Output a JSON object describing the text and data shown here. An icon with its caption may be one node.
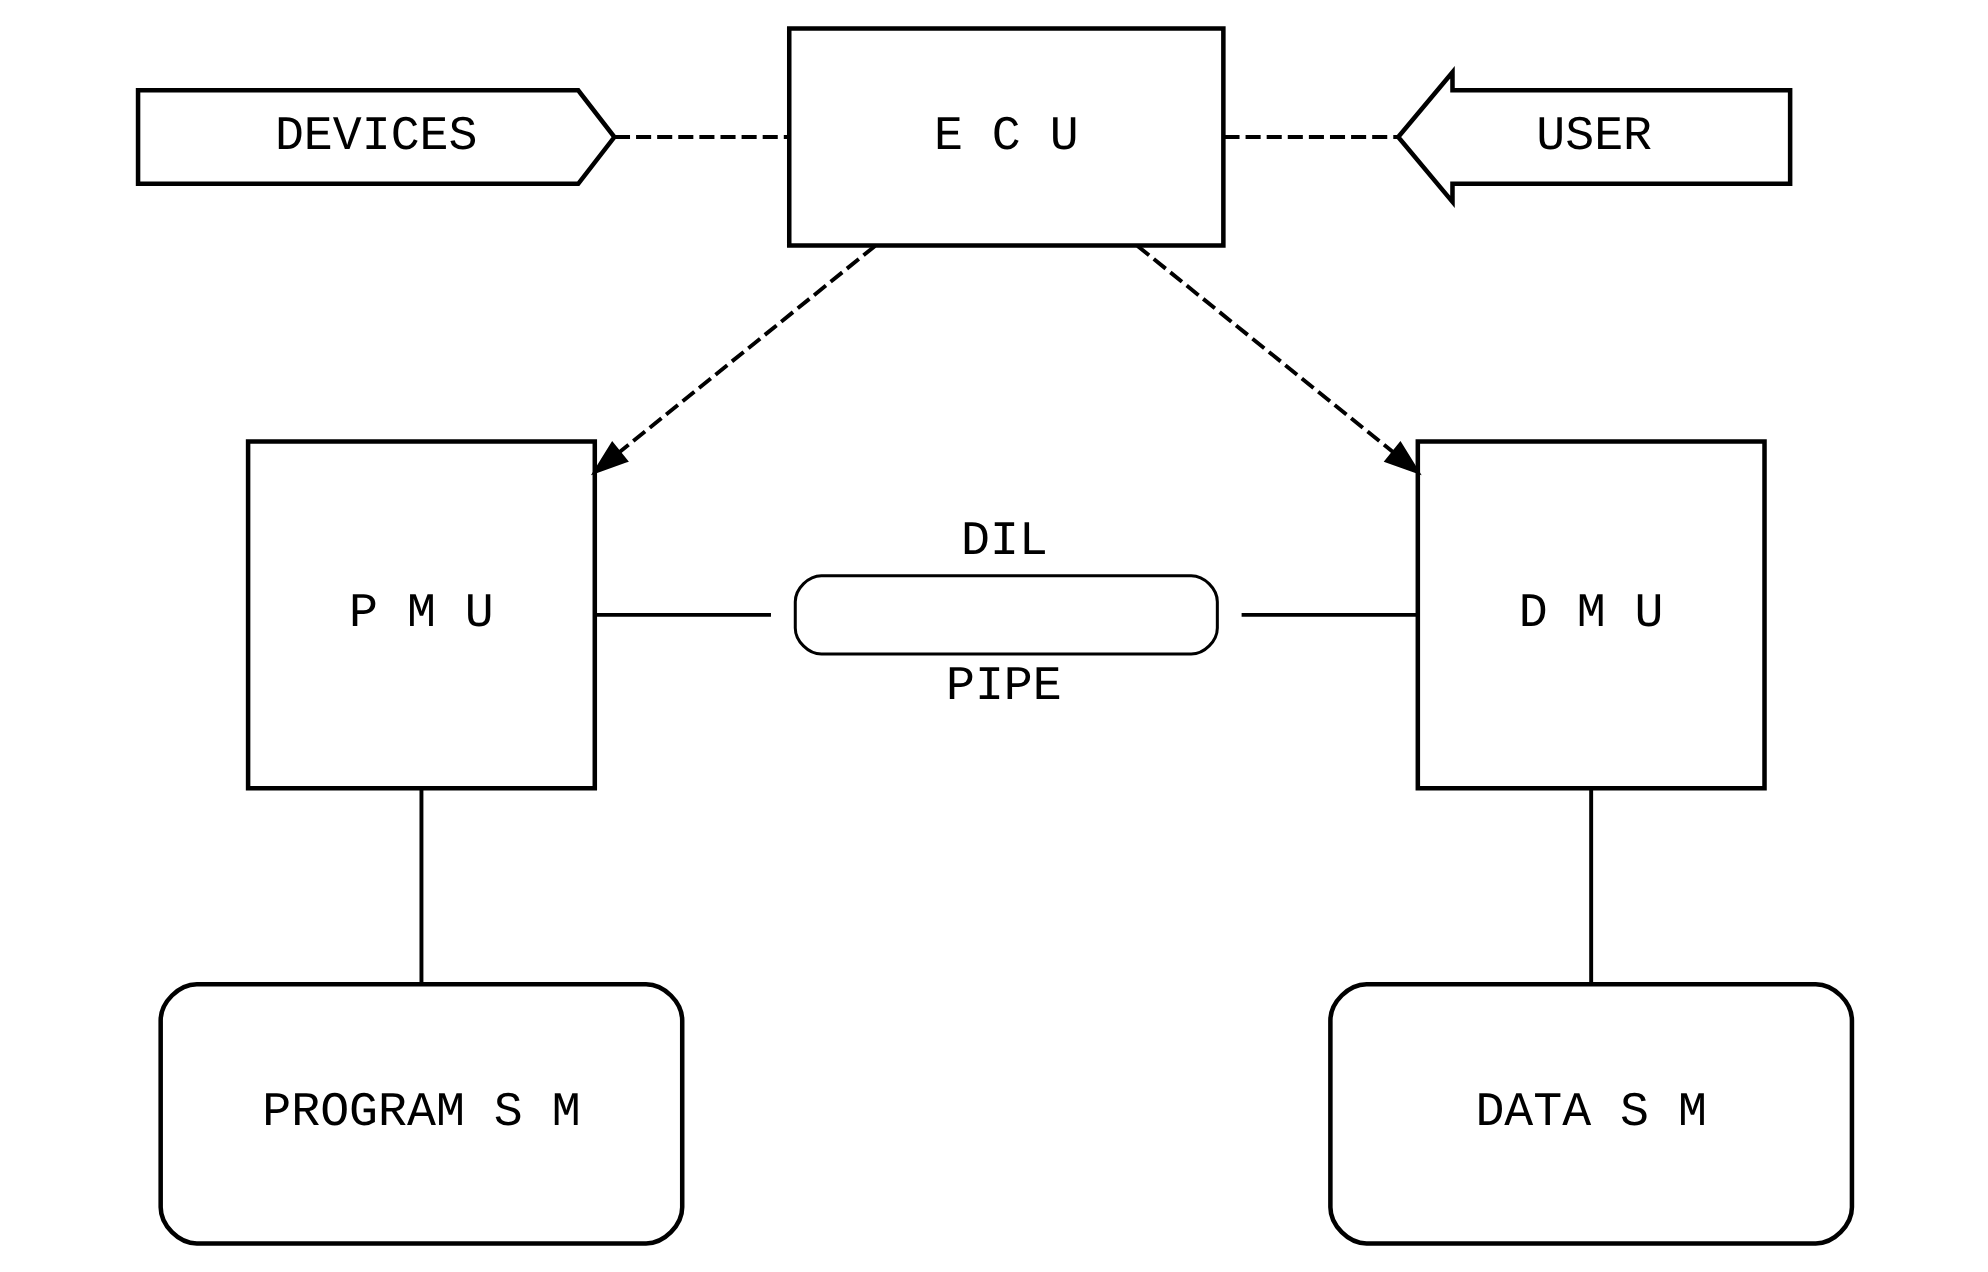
{
  "diagram": {
    "nodes": [
      {
        "text": [
          "DEVICES"
        ]
      },
      {
        "text": [
          "E C U"
        ]
      },
      {
        "text": [
          "USER"
        ]
      },
      {
        "text": [
          "P M U"
        ]
      },
      {
        "text": [
          "DIL",
          "PIPE"
        ]
      },
      {
        "text": [
          "D M U"
        ]
      },
      {
        "text": [
          "PROGRAM S M"
        ]
      },
      {
        "text": [
          "DATA S M"
        ]
      }
    ],
    "edges": [
      {
        "from": 0,
        "to": 1,
        "arrow": "none",
        "style": "dashed"
      },
      {
        "from": 1,
        "to": 2,
        "arrow": "none",
        "style": "dashed"
      },
      {
        "from": 1,
        "to": 3,
        "arrow": "to",
        "style": "dashed"
      },
      {
        "from": 1,
        "to": 5,
        "arrow": "to",
        "style": "dashed"
      },
      {
        "from": 3,
        "to": 4,
        "arrow": "none"
      },
      {
        "from": 4,
        "to": 5,
        "arrow": "none"
      },
      {
        "from": 3,
        "to": 6,
        "arrow": "none"
      },
      {
        "from": 5,
        "to": 7,
        "arrow": "none"
      }
    ]
  }
}
